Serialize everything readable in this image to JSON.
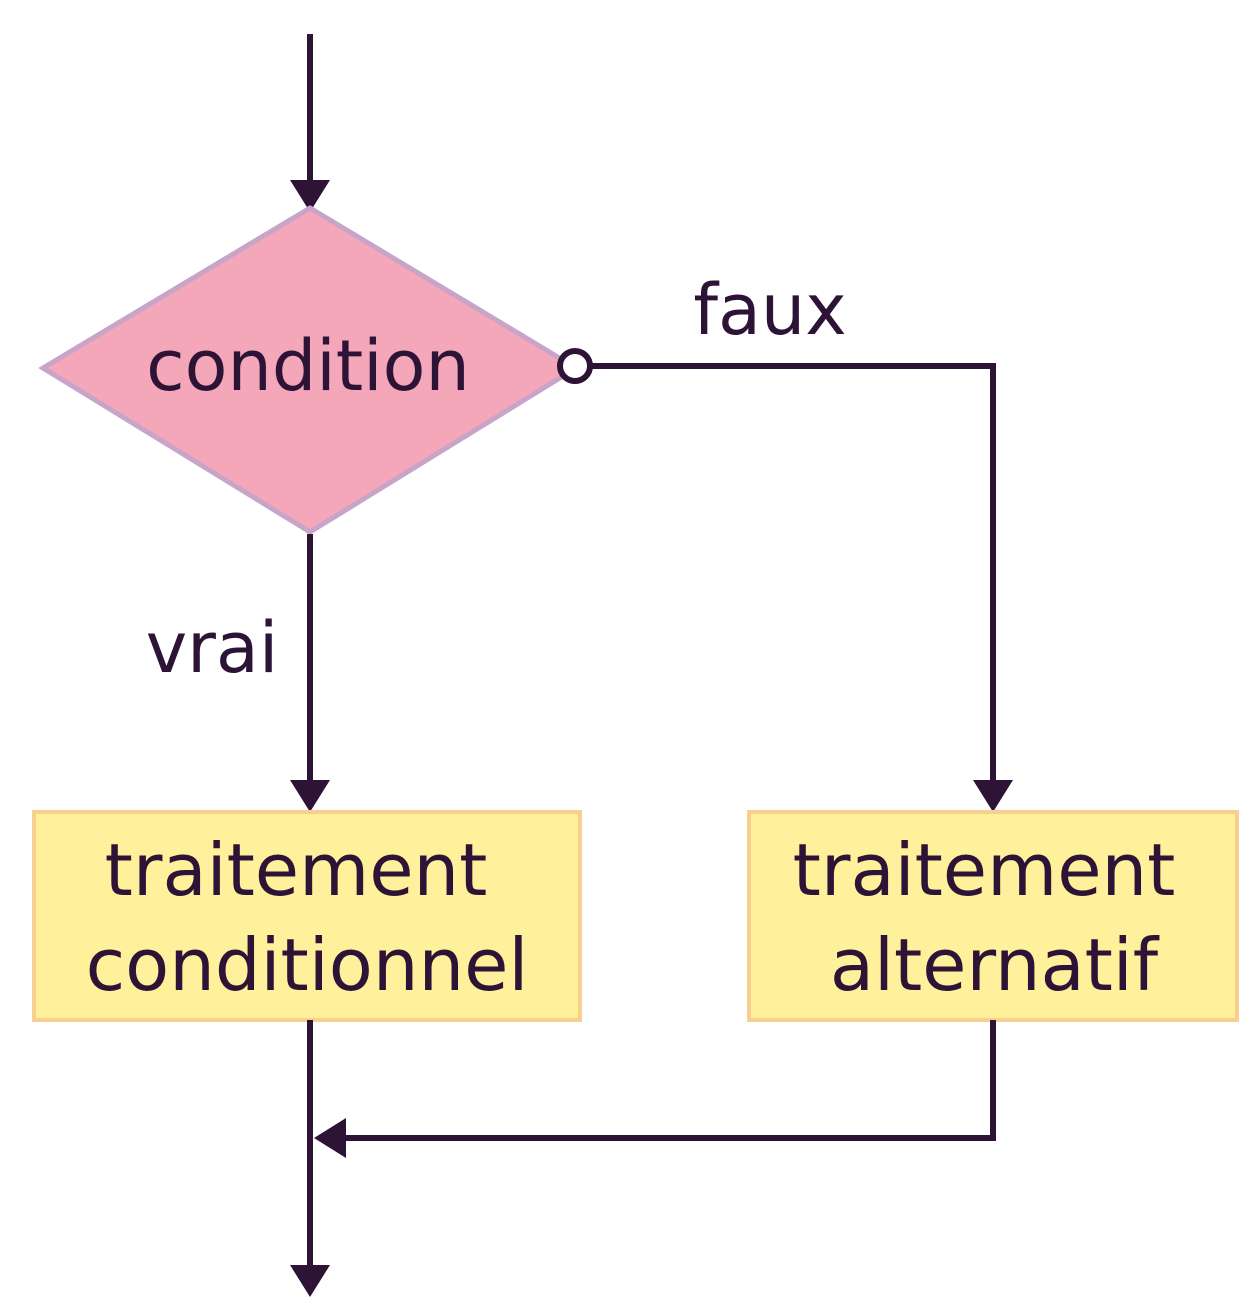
{
  "diagram": {
    "decision": {
      "label": "condition"
    },
    "branches": {
      "false_label": "faux",
      "true_label": "vrai"
    },
    "boxes": {
      "conditional": {
        "line1": "traitement",
        "line2": "conditionnel"
      },
      "alternative": {
        "line1": "traitement",
        "line2": "alternatif"
      }
    },
    "colors": {
      "line": "#2d1436",
      "decision_fill": "#f4a7b9",
      "decision_stroke": "#c8a4c8",
      "box_fill": "#fff19c",
      "box_stroke": "#f8cf8f"
    }
  }
}
